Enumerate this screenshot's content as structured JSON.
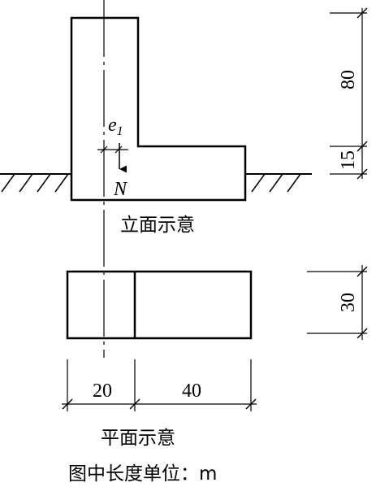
{
  "elevation": {
    "caption": "立面示意",
    "label_e": "e",
    "label_e_sub": "1",
    "label_N": "N",
    "dim_top": "80",
    "dim_bottom": "15"
  },
  "plan": {
    "caption": "平面示意",
    "dim_left": "20",
    "dim_right": "40",
    "dim_side": "30"
  },
  "unit_note": "图中长度单位：m"
}
